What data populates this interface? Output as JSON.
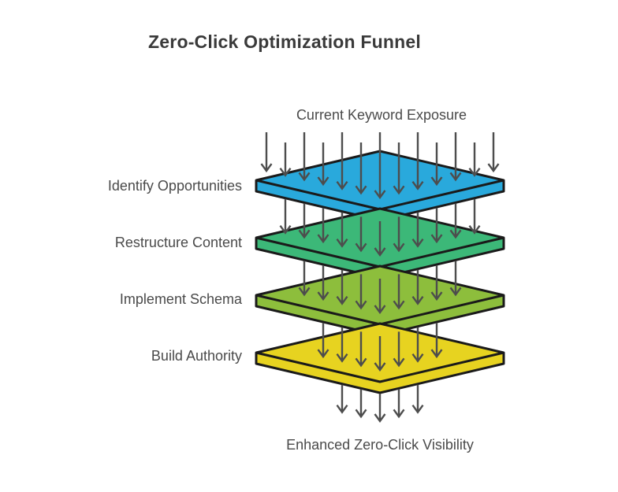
{
  "title": "Zero-Click Optimization Funnel",
  "source": {
    "label": "Current Keyword Exposure"
  },
  "result": {
    "label": "Enhanced Zero-Click Visibility"
  },
  "layers": [
    {
      "id": "identify-opportunities",
      "label": "Identify Opportunities",
      "color": "#29A9DC"
    },
    {
      "id": "restructure-content",
      "label": "Restructure Content",
      "color": "#3CB878"
    },
    {
      "id": "implement-schema",
      "label": "Implement Schema",
      "color": "#8DBE3C"
    },
    {
      "id": "build-authority",
      "label": "Build Authority",
      "color": "#E7D320"
    }
  ],
  "flow": {
    "arrow_color": "#4D4D4D",
    "outline_color": "#1A1A1A",
    "band_arrow_counts": [
      13,
      11,
      9,
      7,
      5
    ]
  }
}
